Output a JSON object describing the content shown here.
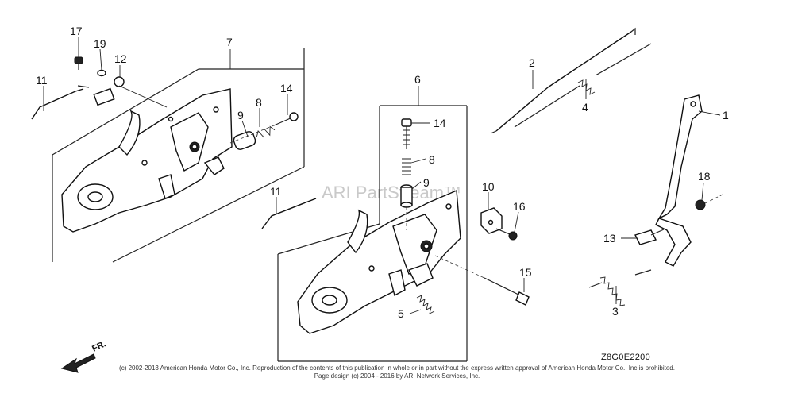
{
  "callouts": [
    {
      "label": "17"
    },
    {
      "label": "19"
    },
    {
      "label": "12"
    },
    {
      "label": "11"
    },
    {
      "label": "7"
    },
    {
      "label": "14"
    },
    {
      "label": "8"
    },
    {
      "label": "9"
    },
    {
      "label": "6"
    },
    {
      "label": "14"
    },
    {
      "label": "8"
    },
    {
      "label": "9"
    },
    {
      "label": "11"
    },
    {
      "label": "10"
    },
    {
      "label": "16"
    },
    {
      "label": "15"
    },
    {
      "label": "5"
    },
    {
      "label": "2"
    },
    {
      "label": "4"
    },
    {
      "label": "1"
    },
    {
      "label": "18"
    },
    {
      "label": "13"
    },
    {
      "label": "3"
    }
  ],
  "watermark": "ARI PartStream™",
  "direction_label": "FR.",
  "diagram_code": "Z8G0E2200",
  "copyright_line1": "(c) 2002-2013 American Honda Motor Co., Inc. Reproduction of the contents of this publication in whole or in part without the express written approval of American Honda Motor Co., Inc is prohibited.",
  "copyright_line2": "Page design (c) 2004 - 2016 by ARI Network Services, Inc."
}
